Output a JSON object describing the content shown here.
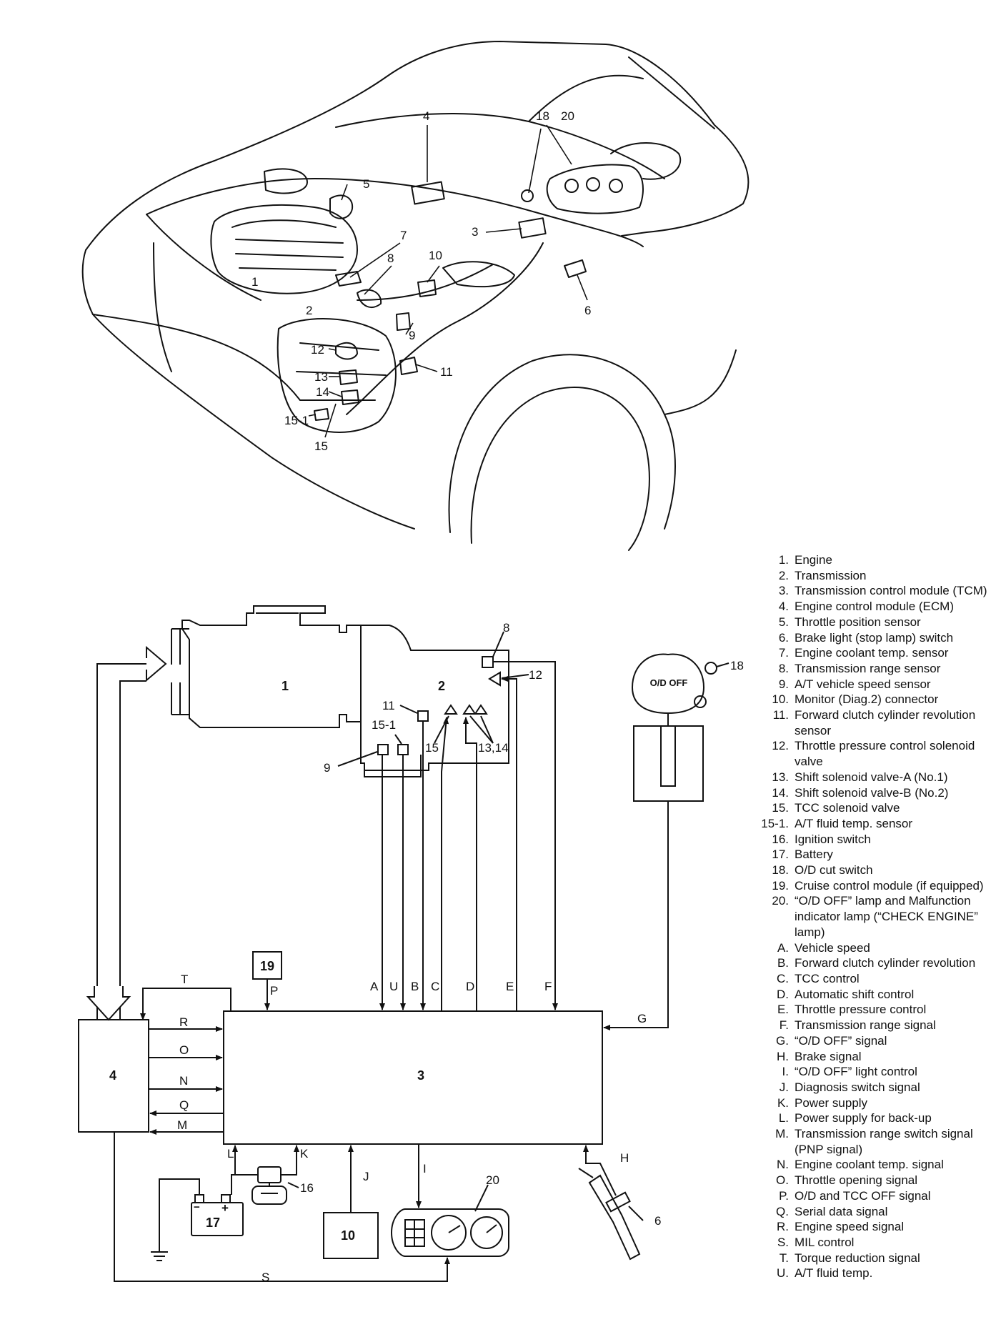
{
  "callouts": {
    "c1": "1",
    "c2": "2",
    "c3": "3",
    "c4": "4",
    "c5": "5",
    "c6": "6",
    "c7": "7",
    "c8": "8",
    "c9": "9",
    "c10": "10",
    "c11": "11",
    "c12": "12",
    "c13": "13",
    "c14": "14",
    "c15": "15",
    "c15_1": "15-1",
    "c16": "16",
    "c17": "17",
    "c18": "18",
    "c19": "19",
    "c20": "20",
    "c13_14": "13,14"
  },
  "signals": {
    "A": "A",
    "B": "B",
    "C": "C",
    "D": "D",
    "E": "E",
    "F": "F",
    "G": "G",
    "H": "H",
    "I": "I",
    "J": "J",
    "K": "K",
    "L": "L",
    "M": "M",
    "N": "N",
    "O": "O",
    "P": "P",
    "Q": "Q",
    "R": "R",
    "S": "S",
    "T": "T",
    "U": "U"
  },
  "shift_knob_text": "O/D OFF",
  "legend": [
    {
      "key": "1.",
      "text": "Engine"
    },
    {
      "key": "2.",
      "text": "Transmission"
    },
    {
      "key": "3.",
      "text": "Transmission control module (TCM)"
    },
    {
      "key": "4.",
      "text": "Engine control module (ECM)"
    },
    {
      "key": "5.",
      "text": "Throttle position sensor"
    },
    {
      "key": "6.",
      "text": "Brake light (stop lamp) switch"
    },
    {
      "key": "7.",
      "text": "Engine coolant temp. sensor"
    },
    {
      "key": "8.",
      "text": "Transmission range sensor"
    },
    {
      "key": "9.",
      "text": "A/T vehicle speed sensor"
    },
    {
      "key": "10.",
      "text": "Monitor (Diag.2) connector"
    },
    {
      "key": "11.",
      "text": "Forward clutch cylinder revolution sensor"
    },
    {
      "key": "12.",
      "text": "Throttle pressure control solenoid valve"
    },
    {
      "key": "13.",
      "text": "Shift solenoid valve-A (No.1)"
    },
    {
      "key": "14.",
      "text": "Shift solenoid valve-B (No.2)"
    },
    {
      "key": "15.",
      "text": "TCC solenoid valve"
    },
    {
      "key": "15-1.",
      "text": "A/T fluid temp. sensor"
    },
    {
      "key": "16.",
      "text": "Ignition switch"
    },
    {
      "key": "17.",
      "text": "Battery"
    },
    {
      "key": "18.",
      "text": "O/D cut switch"
    },
    {
      "key": "19.",
      "text": "Cruise control module (if equipped)"
    },
    {
      "key": "20.",
      "text": "“O/D OFF” lamp and Malfunction indicator lamp (“CHECK ENGINE” lamp)"
    },
    {
      "key": "A.",
      "text": "Vehicle speed"
    },
    {
      "key": "B.",
      "text": "Forward clutch cylinder revolution"
    },
    {
      "key": "C.",
      "text": "TCC control"
    },
    {
      "key": "D.",
      "text": "Automatic shift control"
    },
    {
      "key": "E.",
      "text": "Throttle pressure control"
    },
    {
      "key": "F.",
      "text": "Transmission range signal"
    },
    {
      "key": "G.",
      "text": "“O/D OFF” signal"
    },
    {
      "key": "H.",
      "text": "Brake signal"
    },
    {
      "key": "I.",
      "text": "“O/D OFF” light control"
    },
    {
      "key": "J.",
      "text": "Diagnosis switch signal"
    },
    {
      "key": "K.",
      "text": "Power supply"
    },
    {
      "key": "L.",
      "text": "Power supply for back-up"
    },
    {
      "key": "M.",
      "text": "Transmission range switch signal (PNP signal)"
    },
    {
      "key": "N.",
      "text": "Engine coolant temp. signal"
    },
    {
      "key": "O.",
      "text": "Throttle opening signal"
    },
    {
      "key": "P.",
      "text": "O/D and TCC OFF signal"
    },
    {
      "key": "Q.",
      "text": "Serial data signal"
    },
    {
      "key": "R.",
      "text": "Engine speed signal"
    },
    {
      "key": "S.",
      "text": "MIL control"
    },
    {
      "key": "T.",
      "text": "Torque reduction signal"
    },
    {
      "key": "U.",
      "text": "A/T fluid temp."
    }
  ]
}
